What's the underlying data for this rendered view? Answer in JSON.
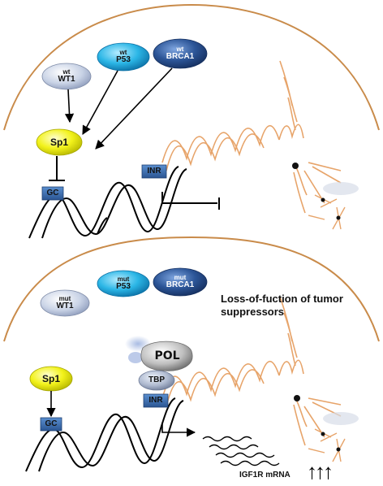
{
  "top_panel": {
    "wt_wt1": {
      "line1": "wt",
      "line2": "WT1"
    },
    "wt_p53": {
      "line1": "wt",
      "line2": "P53"
    },
    "wt_brca1": {
      "line1": "wt",
      "line2": "BRCA1"
    },
    "sp1": "Sp1",
    "gc": "GC",
    "inr": "INR"
  },
  "bottom_panel": {
    "mut_wt1": {
      "line1": "mut",
      "line2": "WT1"
    },
    "mut_p53": {
      "line1": "mut",
      "line2": "P53"
    },
    "mut_brca1": {
      "line1": "mut",
      "line2": "BRCA1"
    },
    "loss_text": "Loss-of-fuction of tumor suppressors",
    "pol": "POL",
    "tbp": "TBP",
    "sp1": "Sp1",
    "gc": "GC",
    "inr": "INR",
    "mrna_label": "IGF1R mRNA",
    "up_arrows": "↑↑↑"
  },
  "colors": {
    "nucleus_line": "#c98b4a",
    "wt1_fill": "#c9d3e6",
    "p53_fill": "#2bb6e6",
    "brca1_fill": "#2c5597",
    "sp1_fill": "#f2f21a",
    "box_fill": "#3b6fb0",
    "chromatin": "#e7a46a"
  }
}
